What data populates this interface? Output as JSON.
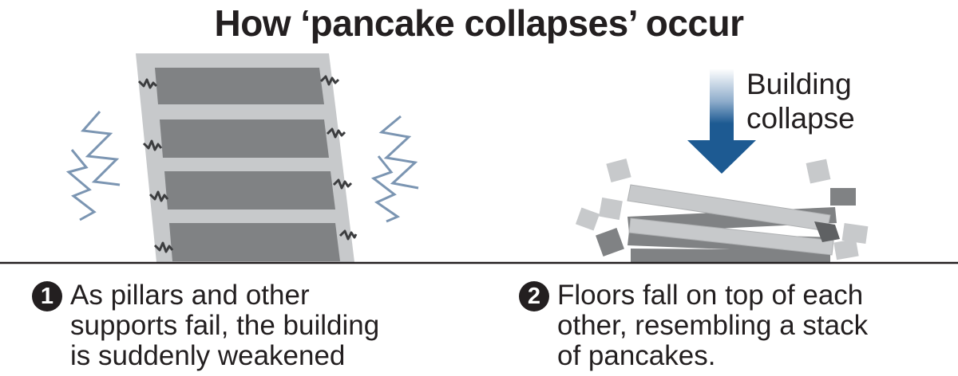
{
  "title": "How ‘pancake collapses’ occur",
  "arrow_label": [
    "Building",
    "collapse"
  ],
  "steps": [
    {
      "number": "1",
      "lines": [
        "As pillars and other",
        "supports fail, the building",
        "is suddenly weakened"
      ]
    },
    {
      "number": "2",
      "lines": [
        "Floors fall on top of each",
        "other, resembling a stack",
        "of pancakes."
      ]
    }
  ],
  "colors": {
    "building_frame": "#c7c9cb",
    "floor_dark": "#808284",
    "crack": "#3c3d3f",
    "shake_lines": "#7b95b2",
    "arrow": "#1d5a92",
    "ground": "#231f20",
    "text": "#231f20"
  }
}
